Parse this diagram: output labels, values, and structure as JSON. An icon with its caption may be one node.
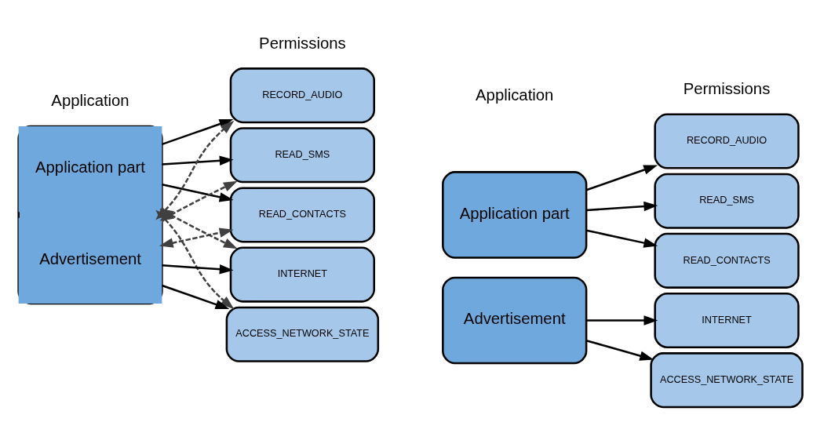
{
  "diagram": {
    "nodes": [
      {
        "text": [],
        "shape": "box"
      },
      {
        "text": [
          "Application part"
        ],
        "in": 0
      },
      {
        "text": [
          "Advertisement"
        ],
        "in": 0
      },
      {
        "text": [
          "RECORD_AUDIO"
        ]
      },
      {
        "text": [
          "READ_SMS"
        ]
      },
      {
        "text": [
          "READ_CONTACTS"
        ]
      },
      {
        "text": [
          "INTERNET"
        ]
      },
      {
        "text": [
          "ACCESS_NETWORK_STATE"
        ]
      },
      {
        "text": [
          "Application part"
        ]
      },
      {
        "text": [
          "Advertisement"
        ]
      },
      {
        "text": [
          "RECORD_AUDIO"
        ]
      },
      {
        "text": [
          "READ_SMS"
        ]
      },
      {
        "text": [
          "READ_CONTACTS"
        ]
      },
      {
        "text": [
          "INTERNET"
        ]
      },
      {
        "text": [
          "ACCESS_NETWORK_STATE"
        ]
      }
    ],
    "edges": [
      {
        "from": 1,
        "to": 3,
        "arrow": "to"
      },
      {
        "from": 1,
        "to": 4,
        "arrow": "to"
      },
      {
        "from": 1,
        "to": 5,
        "arrow": "to"
      },
      {
        "from": 2,
        "to": 6,
        "arrow": "to"
      },
      {
        "from": 2,
        "to": 7,
        "arrow": "to"
      },
      {
        "from": 1,
        "to": 6,
        "arrow": "both",
        "style": "dashed",
        "color": "#404040"
      },
      {
        "from": 1,
        "to": 7,
        "arrow": "both",
        "style": "dashed",
        "color": "#404040"
      },
      {
        "from": 2,
        "to": 3,
        "arrow": "both",
        "style": "dashed",
        "color": "#404040"
      },
      {
        "from": 2,
        "to": 4,
        "arrow": "both",
        "style": "dashed",
        "color": "#404040"
      },
      {
        "from": 2,
        "to": 5,
        "arrow": "both",
        "style": "dashed",
        "color": "#404040"
      },
      {
        "from": 8,
        "to": 10,
        "arrow": "to"
      },
      {
        "from": 8,
        "to": 11,
        "arrow": "to"
      },
      {
        "from": 8,
        "to": 12,
        "arrow": "to"
      },
      {
        "from": 9,
        "to": 13,
        "arrow": "to"
      },
      {
        "from": 9,
        "to": 14,
        "arrow": "to"
      }
    ],
    "labels": [
      "Application",
      "Permissions",
      "Application",
      "Permissions"
    ]
  }
}
